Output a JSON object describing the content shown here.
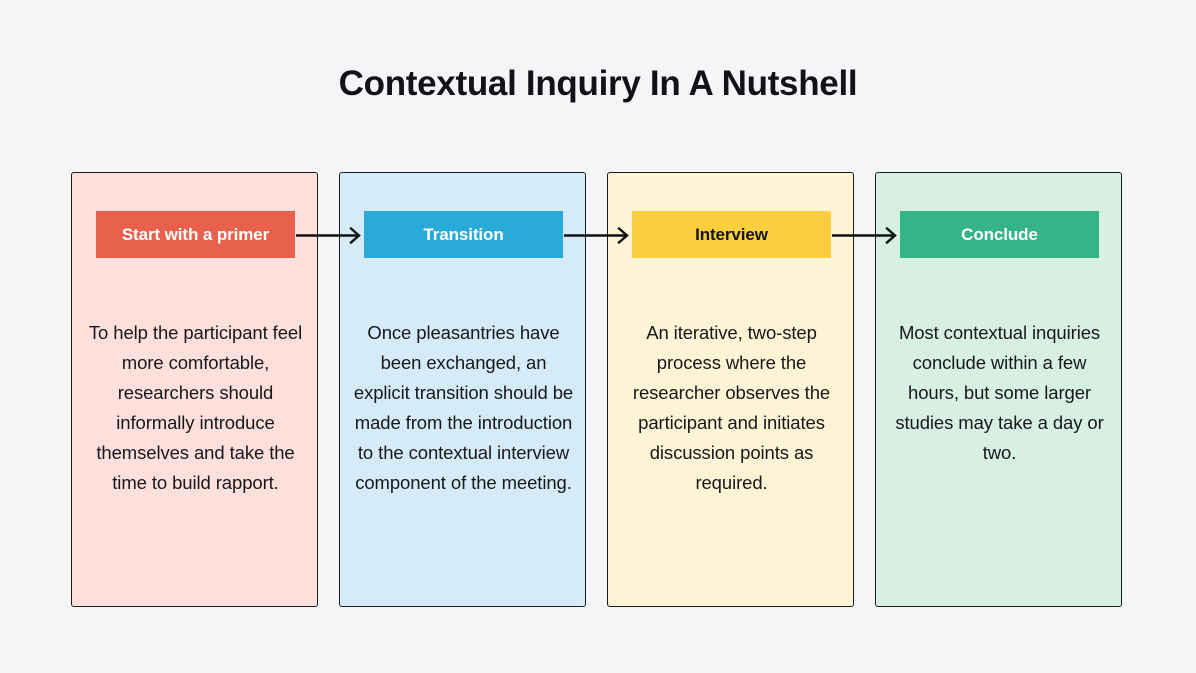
{
  "page": {
    "background_color": "#f4f5f7",
    "title": "Contextual Inquiry In A Nutshell"
  },
  "diagram": {
    "type": "horizontal-process-flow",
    "step_count": 4,
    "connector_icon": "arrow-right-icon",
    "connector_color": "#111111",
    "steps": [
      {
        "index": 1,
        "header": "Start with a primer",
        "body": "To help the participant feel more comfortable, researchers should informally introduce themselves and take the time to build rapport.",
        "header_bg": "#e8614d",
        "header_text_color": "#ffffff",
        "card_bg": "#fde0dc",
        "card_border": "#1c1c1c"
      },
      {
        "index": 2,
        "header": "Transition",
        "body": "Once pleasantries have been exchanged, an explicit transition should be made from the introduction to the contextual interview component of the meeting.",
        "header_bg": "#29abd8",
        "header_text_color": "#ffffff",
        "card_bg": "#d5ecf8",
        "card_border": "#1c1c1c"
      },
      {
        "index": 3,
        "header": "Interview",
        "body": "An iterative, two-step process where the researcher observes the participant and initiates discussion points as required.",
        "header_bg": "#fdcf3f",
        "header_text_color": "#141414",
        "card_bg": "#fdf3d5",
        "card_border": "#1c1c1c"
      },
      {
        "index": 4,
        "header": "Conclude",
        "body": "Most contextual inquiries conclude within a few hours, but some larger studies may take a day or two.",
        "header_bg": "#34b487",
        "header_text_color": "#ffffff",
        "card_bg": "#d8f0e4",
        "card_border": "#1c1c1c"
      }
    ],
    "connectors": [
      {
        "from": "Start with a primer",
        "to": "Transition",
        "icon": "arrow-right-icon"
      },
      {
        "from": "Transition",
        "to": "Interview",
        "icon": "arrow-right-icon"
      },
      {
        "from": "Interview",
        "to": "Conclude",
        "icon": "arrow-right-icon"
      }
    ]
  }
}
